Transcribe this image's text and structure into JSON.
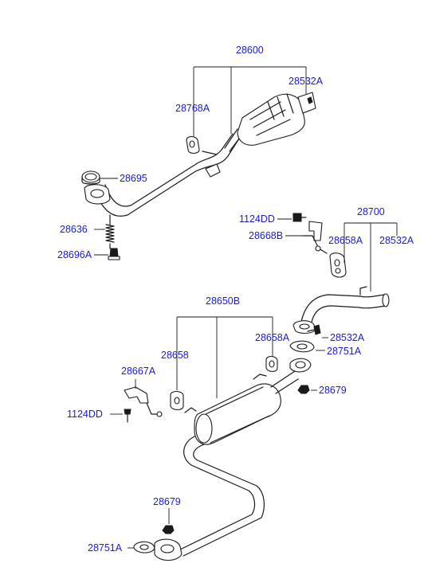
{
  "labels": {
    "l_28600": "28600",
    "l_28532A_top": "28532A",
    "l_28768A": "28768A",
    "l_28695": "28695",
    "l_28636": "28636",
    "l_28696A": "28696A",
    "l_1124DD_top": "1124DD",
    "l_28700": "28700",
    "l_28668B": "28668B",
    "l_28658A_mid": "28658A",
    "l_28532A_mid": "28532A",
    "l_28650B": "28650B",
    "l_28658A_low": "28658A",
    "l_28532A_low": "28532A",
    "l_28658": "28658",
    "l_28751A_right": "28751A",
    "l_28667A": "28667A",
    "l_28679_right": "28679",
    "l_1124DD_low": "1124DD",
    "l_28679_bottom": "28679",
    "l_28751A_bottom": "28751A"
  },
  "colors": {
    "label_text": "#1a1ad2",
    "line_art": "#1a1a1a",
    "background": "#ffffff"
  }
}
